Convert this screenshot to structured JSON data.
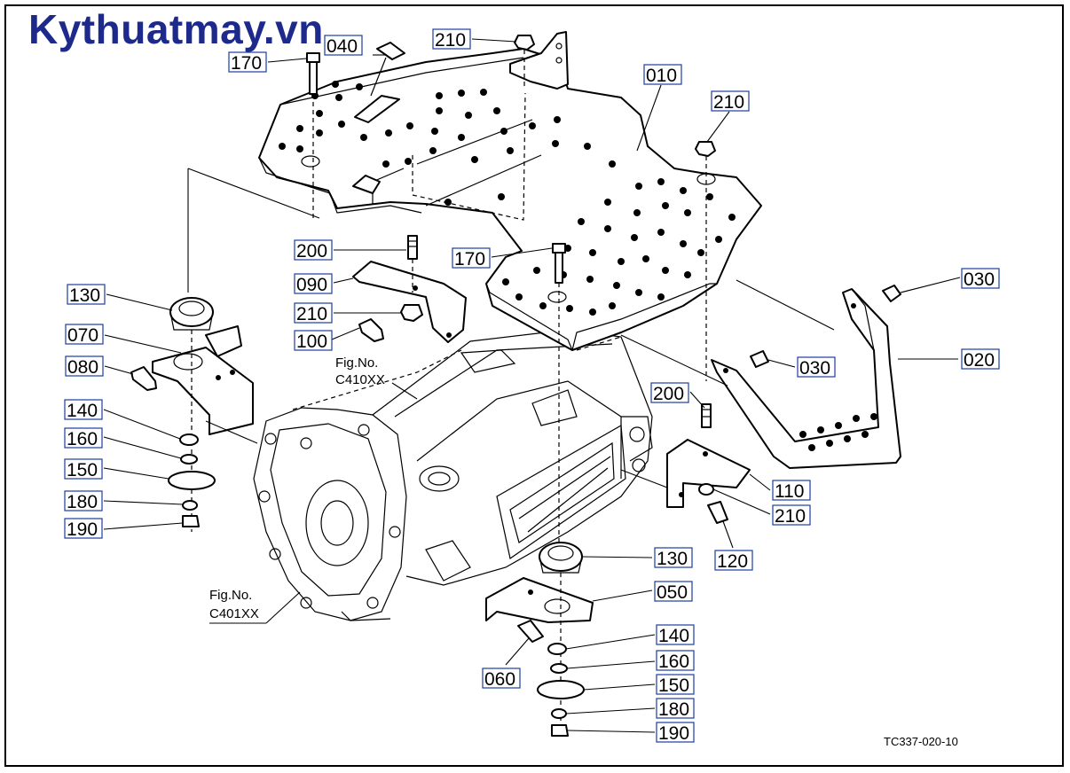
{
  "site_logo": "Kythuatmay.vn",
  "drawing_code": "TC337-020-10",
  "figure_refs": [
    {
      "line1": "Fig.No.",
      "line2": "C410XX"
    },
    {
      "line1": "Fig.No.",
      "line2": "C401XX"
    }
  ],
  "callouts": [
    "040",
    "170",
    "210",
    "010",
    "210",
    "200",
    "170",
    "090",
    "210",
    "100",
    "130",
    "070",
    "080",
    "140",
    "160",
    "150",
    "180",
    "190",
    "030",
    "020",
    "030",
    "200",
    "110",
    "210",
    "120",
    "130",
    "050",
    "060",
    "140",
    "160",
    "150",
    "180",
    "190"
  ]
}
